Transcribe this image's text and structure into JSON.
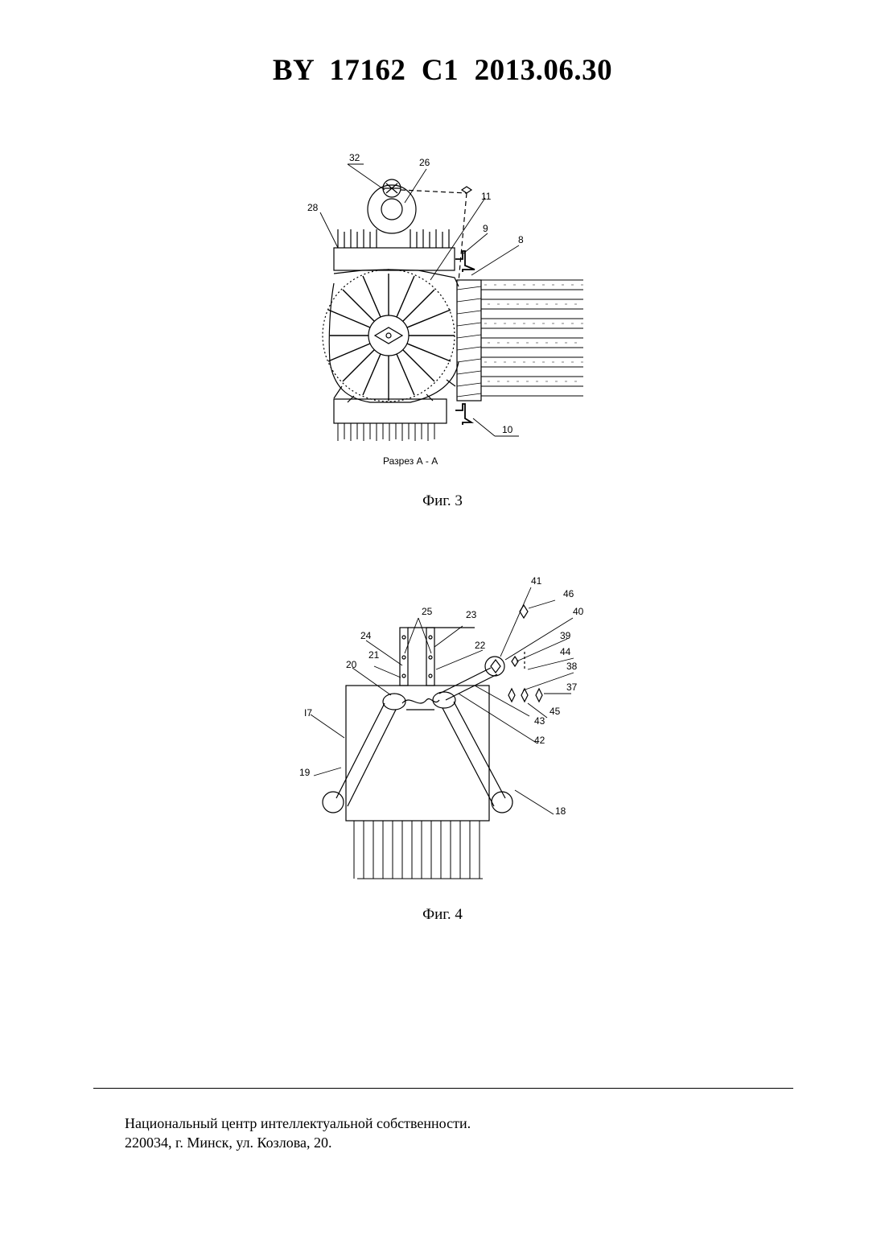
{
  "header": {
    "title": "BY  17162  C1  2013.06.30"
  },
  "figure3": {
    "caption": "Фиг. 3",
    "section_label": "Разрез  А - А",
    "labels": {
      "l32": "32",
      "l26": "26",
      "l11": "11",
      "l28": "28",
      "l9": "9",
      "l8": "8",
      "l10": "10"
    }
  },
  "figure4": {
    "caption": "Фиг. 4",
    "labels": {
      "l41": "41",
      "l46": "46",
      "l40": "40",
      "l25": "25",
      "l23": "23",
      "l39": "39",
      "l24": "24",
      "l22": "22",
      "l44": "44",
      "l21": "21",
      "l38": "38",
      "l20": "20",
      "l37": "37",
      "l45": "45",
      "l43": "43",
      "l17": "I7",
      "l42": "42",
      "l19": "19",
      "l18": "18"
    }
  },
  "footer": {
    "line1": "Национальный центр интеллектуальной собственности.",
    "line2": "220034, г. Минск, ул. Козлова, 20."
  }
}
